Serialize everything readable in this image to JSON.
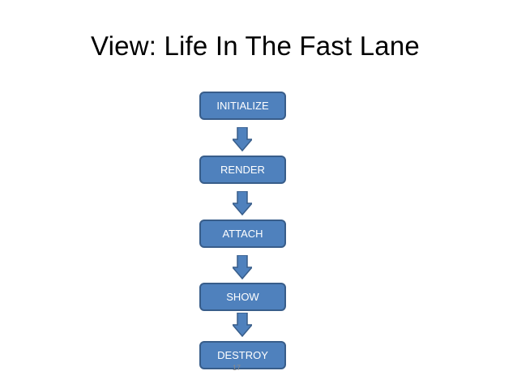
{
  "slide": {
    "title": "View: Life In The Fast Lane",
    "number": "17"
  },
  "flow": {
    "steps": [
      {
        "label": "INITIALIZE"
      },
      {
        "label": "RENDER"
      },
      {
        "label": "ATTACH"
      },
      {
        "label": "SHOW"
      },
      {
        "label": "DESTROY"
      }
    ],
    "colors": {
      "box_fill": "#4f81bd",
      "box_border": "#385d8a",
      "box_text": "#ffffff"
    }
  }
}
